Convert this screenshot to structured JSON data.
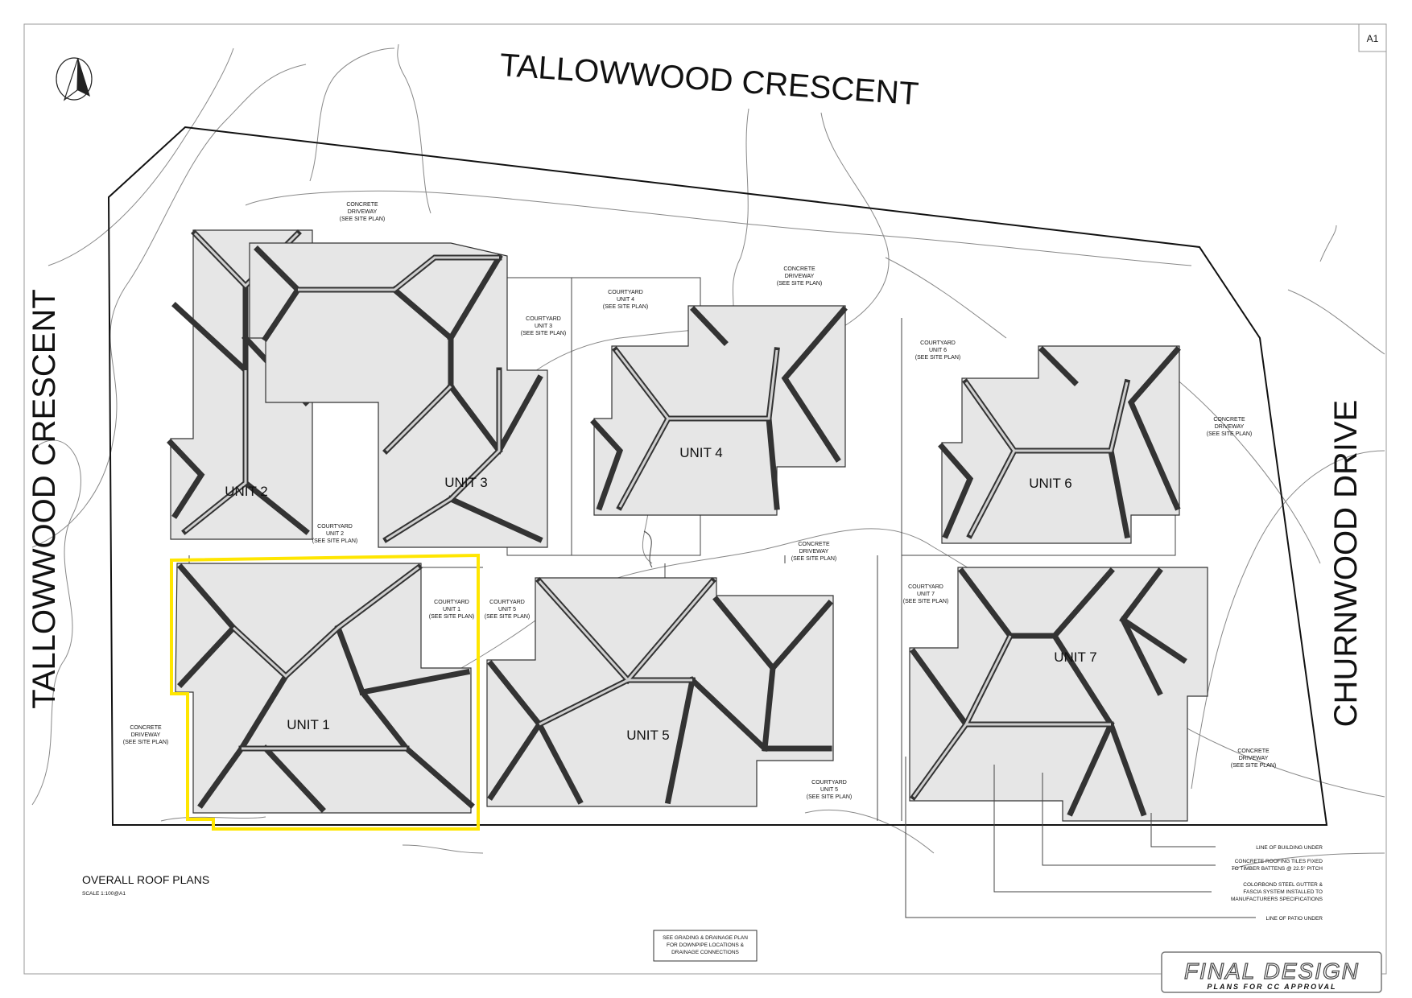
{
  "sheet": {
    "sheet_number": "A1",
    "title": "OVERALL ROOF PLANS",
    "scale": "SCALE 1:100@A1"
  },
  "streets": {
    "north": "TALLOWWOOD CRESCENT",
    "west": "TALLOWWOOD CRESCENT",
    "east": "CHURNWOOD DRIVE"
  },
  "units": [
    {
      "id": "unit-1",
      "label": "UNIT 1",
      "highlighted": true
    },
    {
      "id": "unit-2",
      "label": "UNIT 2"
    },
    {
      "id": "unit-3",
      "label": "UNIT 3"
    },
    {
      "id": "unit-4",
      "label": "UNIT 4"
    },
    {
      "id": "unit-5",
      "label": "UNIT 5"
    },
    {
      "id": "unit-6",
      "label": "UNIT 6"
    },
    {
      "id": "unit-7",
      "label": "UNIT 7"
    }
  ],
  "site_notes": [
    [
      "CONCRETE",
      "DRIVEWAY",
      "(SEE SITE PLAN)"
    ],
    [
      "CONCRETE",
      "DRIVEWAY",
      "(SEE SITE PLAN)"
    ],
    [
      "CONCRETE",
      "DRIVEWAY",
      "(SEE SITE PLAN)"
    ],
    [
      "CONCRETE",
      "DRIVEWAY",
      "(SEE SITE PLAN)"
    ],
    [
      "CONCRETE",
      "DRIVEWAY",
      "(SEE SITE PLAN)"
    ],
    [
      "CONCRETE",
      "DRIVEWAY",
      "(SEE SITE PLAN)"
    ],
    [
      "COURTYARD",
      "UNIT 3",
      "(SEE SITE PLAN)"
    ],
    [
      "COURTYARD",
      "UNIT 4",
      "(SEE SITE PLAN)"
    ],
    [
      "COURTYARD",
      "UNIT 6",
      "(SEE SITE PLAN)"
    ],
    [
      "COURTYARD",
      "UNIT 2",
      "(SEE SITE PLAN)"
    ],
    [
      "COURTYARD",
      "UNIT 1",
      "(SEE SITE PLAN)"
    ],
    [
      "COURTYARD",
      "UNIT 5",
      "(SEE SITE PLAN)"
    ],
    [
      "COURTYARD",
      "UNIT 7",
      "(SEE SITE PLAN)"
    ],
    [
      "COURTYARD",
      "UNIT 5",
      "(SEE SITE PLAN)"
    ]
  ],
  "legend": [
    [
      "LINE OF BUILDING UNDER"
    ],
    [
      "CONCRETE ROOFING TILES FIXED",
      "TO TIMBER BATTENS @ 22.5° PITCH"
    ],
    [
      "COLORBOND STEEL GUTTER &",
      "FASCIA SYSTEM INSTALLED TO",
      "MANUFACTURERS SPECIFICATIONS"
    ],
    [
      "LINE OF PATIO UNDER"
    ]
  ],
  "drainage_note": [
    "SEE GRADING & DRAINAGE PLAN",
    "FOR DOWNPIPE LOCATIONS &",
    "DRAINAGE CONNECTIONS"
  ],
  "stamp": {
    "title": "FINAL DESIGN",
    "subtitle": "PLANS FOR CC APPROVAL"
  },
  "colors": {
    "highlight": "#ffe600",
    "roof_fill": "#e6e6e6",
    "line": "#333333"
  }
}
